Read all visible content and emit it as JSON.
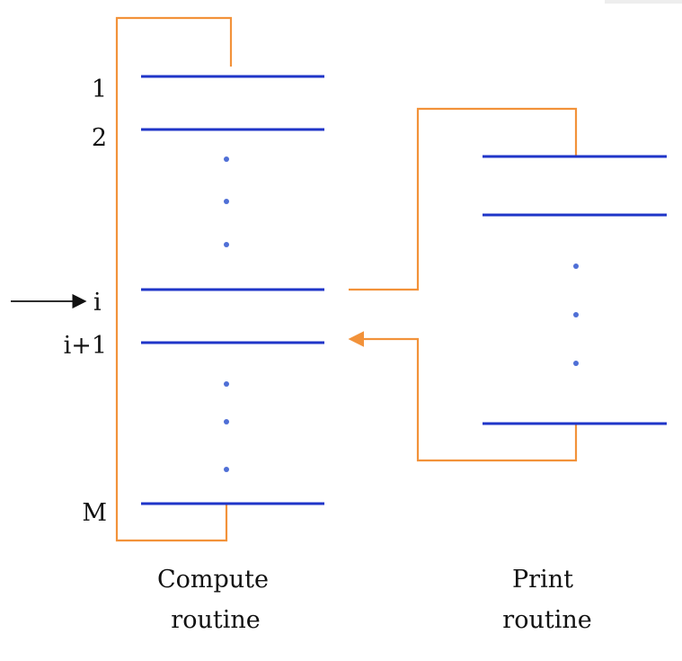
{
  "diagram": {
    "line_labels": [
      "1",
      "2",
      "i",
      "i+1",
      "M"
    ],
    "captions": {
      "compute": [
        "Compute",
        "routine"
      ],
      "print": [
        "Print",
        "routine"
      ]
    },
    "colors": {
      "instruction_line": "#1f35c8",
      "flow_line": "#f2923a",
      "ellipsis_dot": "#4f6fd6",
      "pointer_arrow": "#111111",
      "text": "#111111"
    }
  }
}
